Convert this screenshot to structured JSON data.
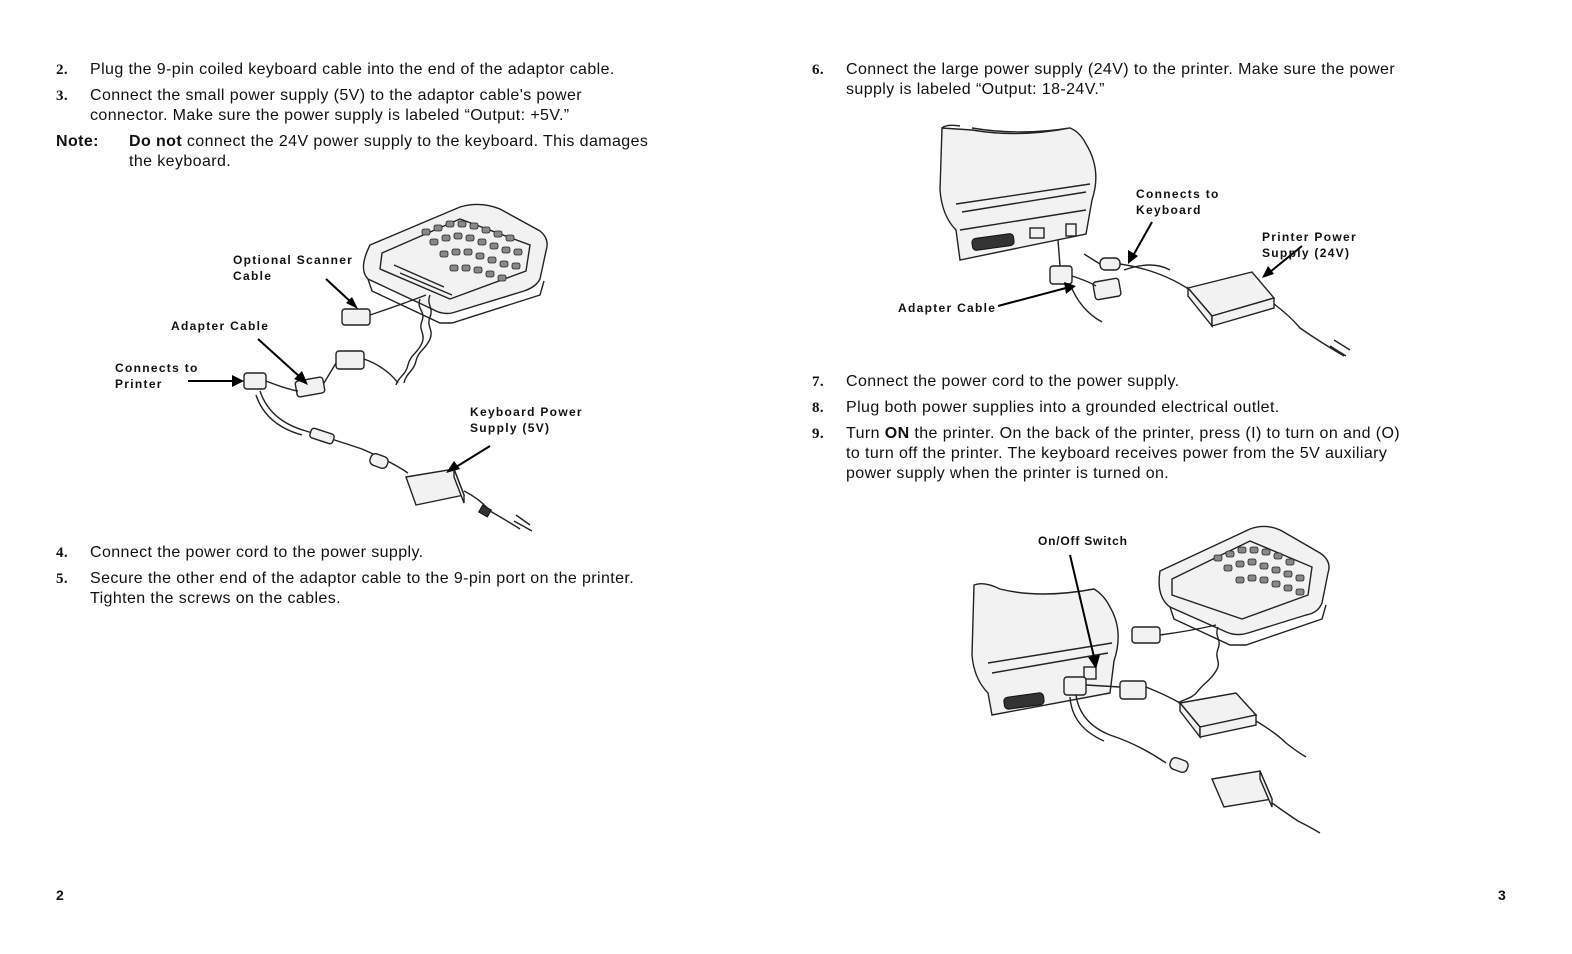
{
  "left_page": {
    "steps_top": [
      {
        "num": "2.",
        "text": "Plug the 9-pin coiled keyboard cable into the end of the adaptor cable."
      },
      {
        "num": "3.",
        "line1": "Connect the small power supply (5V) to the adaptor cable's power",
        "line2": "connector.  Make sure the power supply is labeled “Output: +5V.”"
      }
    ],
    "note": {
      "label": "Note:",
      "bold": "Do not",
      "line1_rest": " connect the 24V power supply to the keyboard. This damages",
      "line2": "the keyboard."
    },
    "figure_callouts": {
      "optional_scanner_1": "Optional Scanner",
      "optional_scanner_2": "Cable",
      "adapter_cable": "Adapter Cable",
      "connects_printer_1": "Connects to",
      "connects_printer_2": "Printer",
      "kbd_power_1": "Keyboard Power",
      "kbd_power_2": "Supply (5V)"
    },
    "steps_bottom": [
      {
        "num": "4.",
        "text": "Connect the power cord to the power supply."
      },
      {
        "num": "5.",
        "line1": "Secure the other end of the adaptor cable to the 9-pin port on the printer.",
        "line2": "Tighten the screws on the cables."
      }
    ],
    "page_number": "2"
  },
  "right_page": {
    "step6": {
      "num": "6.",
      "line1": "Connect the large power supply (24V) to the printer. Make sure the power",
      "line2": "supply is labeled “Output: 18-24V.”"
    },
    "figure1_callouts": {
      "connects_kbd_1": "Connects to",
      "connects_kbd_2": "Keyboard",
      "printer_power_1": "Printer Power",
      "printer_power_2": "Supply (24V)",
      "adapter_cable": "Adapter Cable"
    },
    "step7": {
      "num": "7.",
      "text": "Connect the power cord to the power supply."
    },
    "step8": {
      "num": "8.",
      "text": "Plug both power supplies into a grounded electrical outlet."
    },
    "step9": {
      "num": "9.",
      "pre": "Turn ",
      "bold": "ON",
      "line1_rest": " the printer. On the back of the printer, press (I) to turn on and (O)",
      "line2": "to turn off the printer.  The keyboard receives power from the 5V auxiliary",
      "line3": "power supply when the printer is turned on."
    },
    "figure2_callouts": {
      "onoff_switch": "On/Off Switch"
    },
    "page_number": "3"
  }
}
